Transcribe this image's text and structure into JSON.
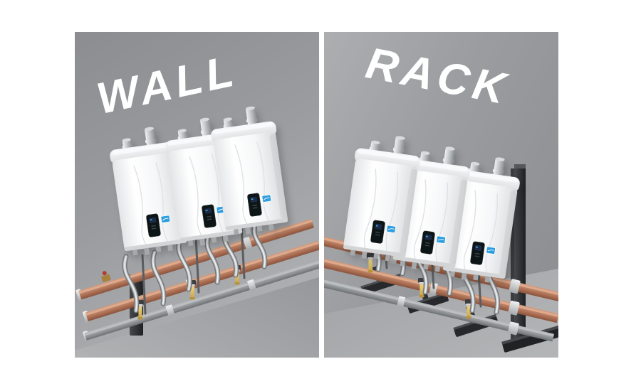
{
  "panels": [
    {
      "label": "WALL"
    },
    {
      "label": "RACK"
    }
  ],
  "heaters_per_panel": 3,
  "vents_per_heater": 2,
  "pipes_per_panel": {
    "copper": 2,
    "steel": 1
  },
  "colors": {
    "background": "#ffffff",
    "wall_gray": "#9a9c9f",
    "floor_gray": "#8d8e91",
    "heater_white": "#f5f6f7",
    "copper_pipe": "#bd8063",
    "steel_pipe": "#939698",
    "rack_black": "#26282b",
    "valve_yellow": "#e6cf6e",
    "energy_label_blue": "#2f9ede",
    "label_text": "#ffffff"
  }
}
